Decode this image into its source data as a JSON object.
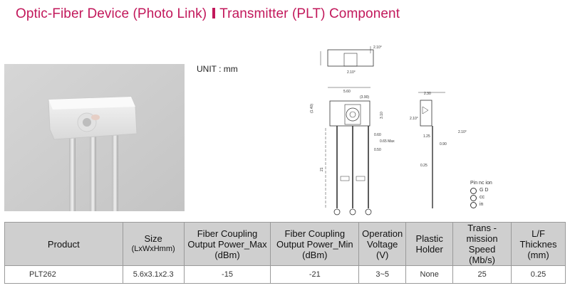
{
  "title": {
    "part1": "Optic-Fiber Device (Photo Link)",
    "part2": "Transmitter (PLT) Component",
    "color": "#c2185b"
  },
  "unit_label": "UNIT : mm",
  "drawing": {
    "dims": {
      "top_right": "2.10°",
      "top_bottom": "2.10°",
      "width": "5.60",
      "lens": "(3.90)",
      "height_left": "(1.40)",
      "height_right": "3.10",
      "pin_spacing": "0.60",
      "pin_max": "0.65 Max",
      "pin_width": "0.50",
      "lead_length": "21",
      "side_width": "2.30",
      "side_angle_left": "2.10°",
      "side_angle_right": "2.10°",
      "side_h1": "1.25",
      "side_h2": "0.90",
      "side_lead": "0.25"
    },
    "pin_title": "Pin   nc ion",
    "pins": [
      "G  D",
      "cc",
      "in"
    ]
  },
  "table": {
    "headers": [
      {
        "main": "Product",
        "sub": ""
      },
      {
        "main": "Size",
        "sub": "(LxWxHmm)"
      },
      {
        "main": "Fiber Coupling Output Power_Max",
        "sub": "(dBm)"
      },
      {
        "main": "Fiber Coupling Output Power_Min",
        "sub": "(dBm)"
      },
      {
        "main": "Operation Voltage",
        "sub": "(V)"
      },
      {
        "main": "Plastic Holder",
        "sub": ""
      },
      {
        "main": "Trans - mission Speed (Mb/s)",
        "sub": ""
      },
      {
        "main": "L/F Thicknes",
        "sub": "(mm)"
      }
    ],
    "rows": [
      [
        "PLT262",
        "5.6x3.1x2.3",
        "-15",
        "-21",
        "3~5",
        "None",
        "25",
        "0.25"
      ]
    ]
  }
}
